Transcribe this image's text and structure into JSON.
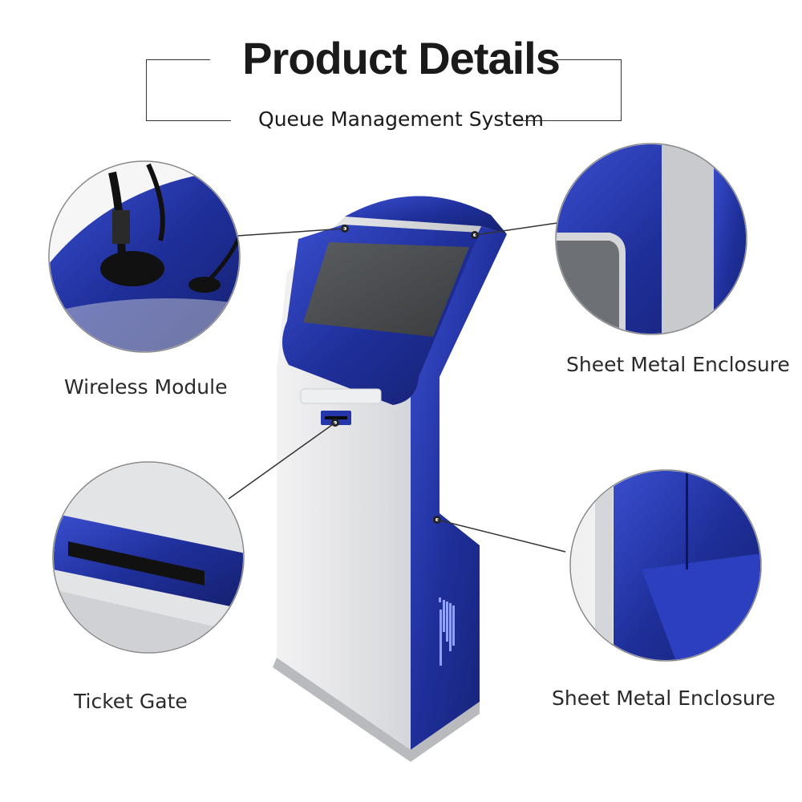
{
  "header": {
    "title": "Product Details",
    "subtitle": "Queue Management System"
  },
  "callouts": [
    {
      "label": "Wireless Module",
      "icon": "antenna-icon"
    },
    {
      "label": "Sheet Metal Enclosure",
      "icon": "enclosure-corner-icon"
    },
    {
      "label": "Ticket Gate",
      "icon": "ticket-slot-icon"
    },
    {
      "label": "Sheet Metal Enclosure",
      "icon": "enclosure-side-icon"
    }
  ],
  "colors": {
    "kiosk_blue": "#1f2f9a",
    "kiosk_grey": "#d9dadc",
    "frame_line": "#333333",
    "text": "#1a1a1a"
  }
}
